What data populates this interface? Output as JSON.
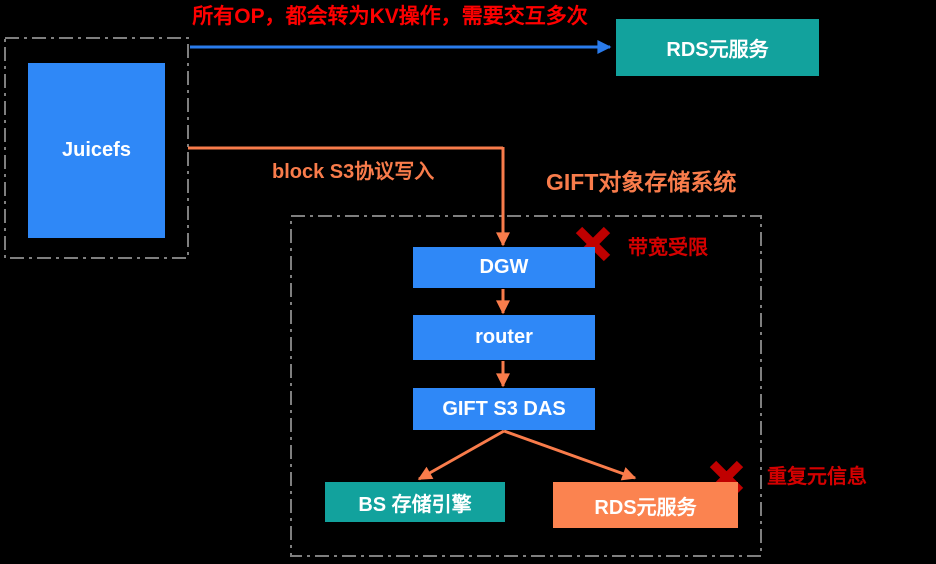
{
  "colors": {
    "background": "#000000",
    "node_blue": "#2F88F7",
    "node_teal": "#12A29D",
    "node_orange": "#FB8350",
    "arrow_blue": "#2A7BEB",
    "arrow_orange": "#F97C4B",
    "note_red": "#FF0000",
    "issue_red": "#D40000",
    "x_mark_red": "#C00000",
    "dashed_border_gray": "#7F7F7F"
  },
  "annotations": {
    "top_note": "所有OP，都会转为KV操作，需要交互多次",
    "edge_label": "block S3协议写入",
    "group_label": "GIFT对象存储系统",
    "issue_bandwidth": "带宽受限",
    "issue_duplicate_meta": "重复元信息"
  },
  "nodes": {
    "juicefs": {
      "label": "Juicefs"
    },
    "rds_meta_external": {
      "label": "RDS元服务"
    },
    "dgw": {
      "label": "DGW"
    },
    "router": {
      "label": "router"
    },
    "gift_s3_das": {
      "label": "GIFT S3 DAS"
    },
    "bs_storage_engine": {
      "label": "BS 存储引擎"
    },
    "rds_meta_internal": {
      "label": "RDS元服务"
    }
  }
}
